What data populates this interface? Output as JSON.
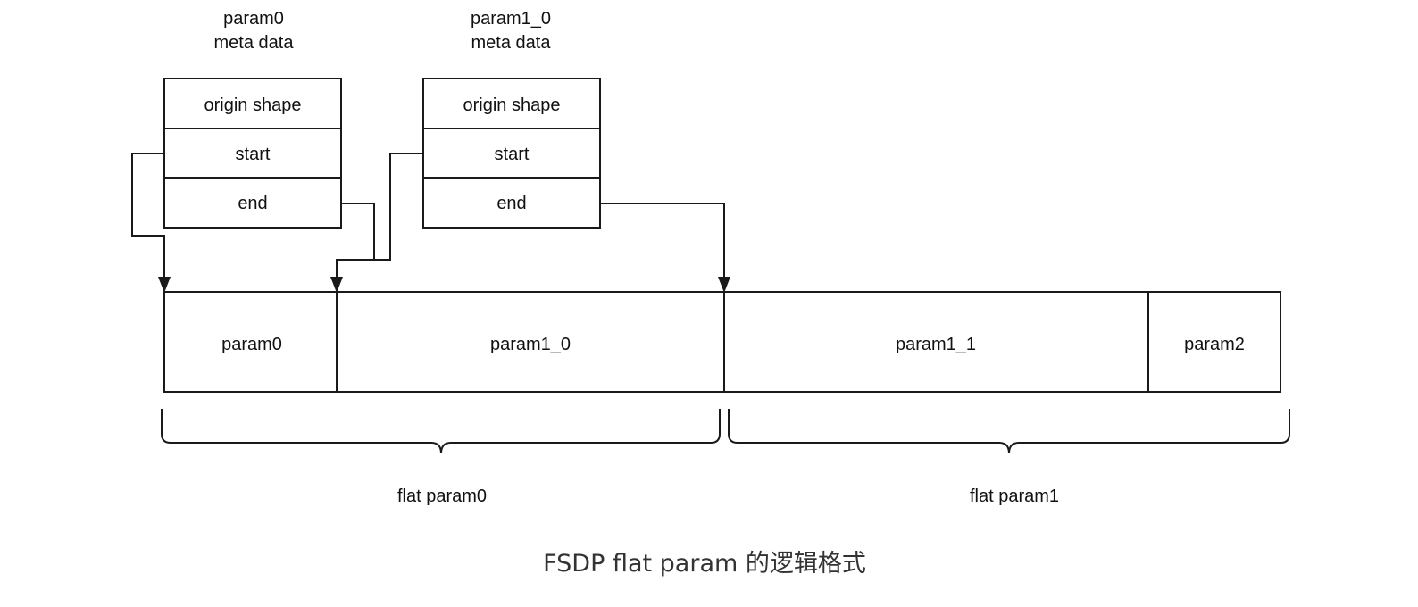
{
  "meta_tables": [
    {
      "title_line1": "param0",
      "title_line2": "meta data",
      "rows": [
        "origin shape",
        "start",
        "end"
      ]
    },
    {
      "title_line1": "param1_0",
      "title_line2": "meta data",
      "rows": [
        "origin shape",
        "start",
        "end"
      ]
    }
  ],
  "flat_buffer": {
    "segments": [
      "param0",
      "param1_0",
      "param1_1",
      "param2"
    ]
  },
  "groups": [
    {
      "label": "flat param0"
    },
    {
      "label": "flat param1"
    }
  ],
  "caption": "FSDP flat param 的逻辑格式"
}
